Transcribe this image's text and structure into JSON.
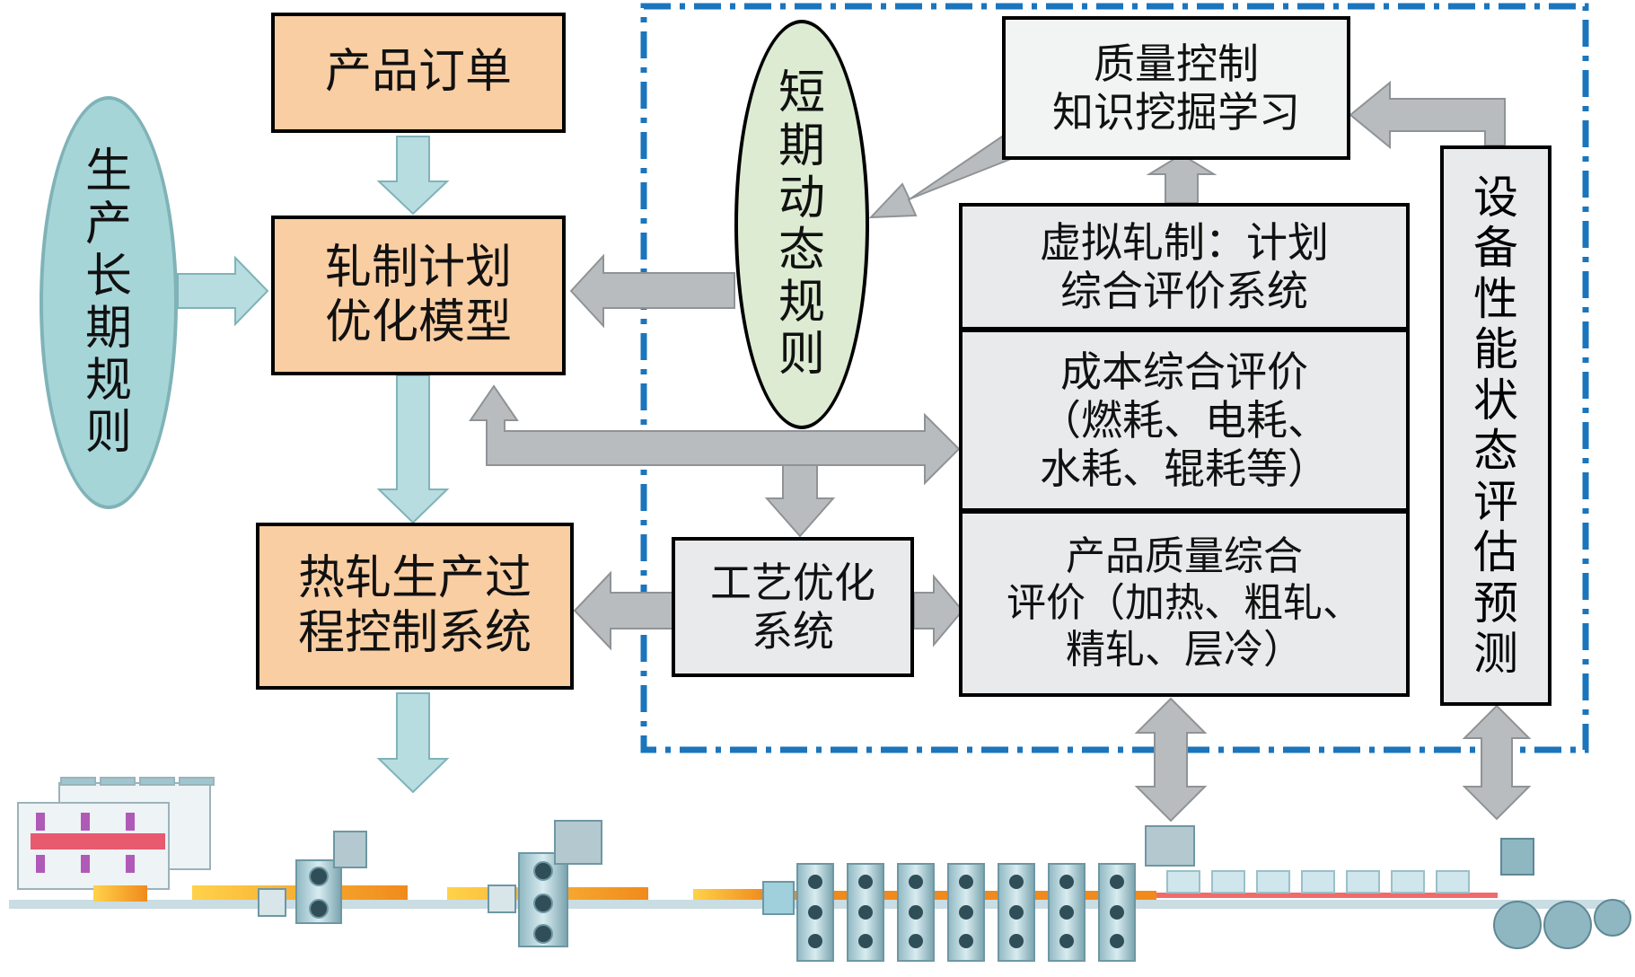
{
  "nodes": {
    "product_order": "产品订单",
    "long_term_plan": [
      "生",
      "产",
      "长",
      "期",
      "规",
      "则"
    ],
    "rolling_plan_model": [
      "轧制计划",
      "优化模型"
    ],
    "hot_rolling_control": [
      "热轧生产过",
      "程控制系统"
    ],
    "short_term_rules": [
      "短",
      "期",
      "动",
      "态",
      "规",
      "则"
    ],
    "quality_control_learning": [
      "质量控制",
      "知识挖掘学习"
    ],
    "virtual_rolling": [
      "虚拟轧制：计划",
      "综合评价系统"
    ],
    "cost_evaluation": [
      "成本综合评价",
      "（燃耗、电耗、",
      "水耗、辊耗等）"
    ],
    "process_optimization": [
      "工艺优化",
      "系统"
    ],
    "quality_evaluation": [
      "产品质量综合",
      "评价（加热、粗轧、",
      "精轧、层冷）"
    ],
    "equipment_assessment": [
      "设",
      "备",
      "性",
      "能",
      "状",
      "态",
      "评",
      "估",
      "预",
      "测"
    ]
  },
  "colors": {
    "orange_box": "#f9cea3",
    "gray_box": "#e9eaeb",
    "blue_ellipse": "#a6d5d8",
    "green_ellipse": "#dcebd2",
    "teal_arrow": "#b7dde0",
    "gray_arrow": "#b9bcbe",
    "dashed_border": "#1b75bc"
  }
}
